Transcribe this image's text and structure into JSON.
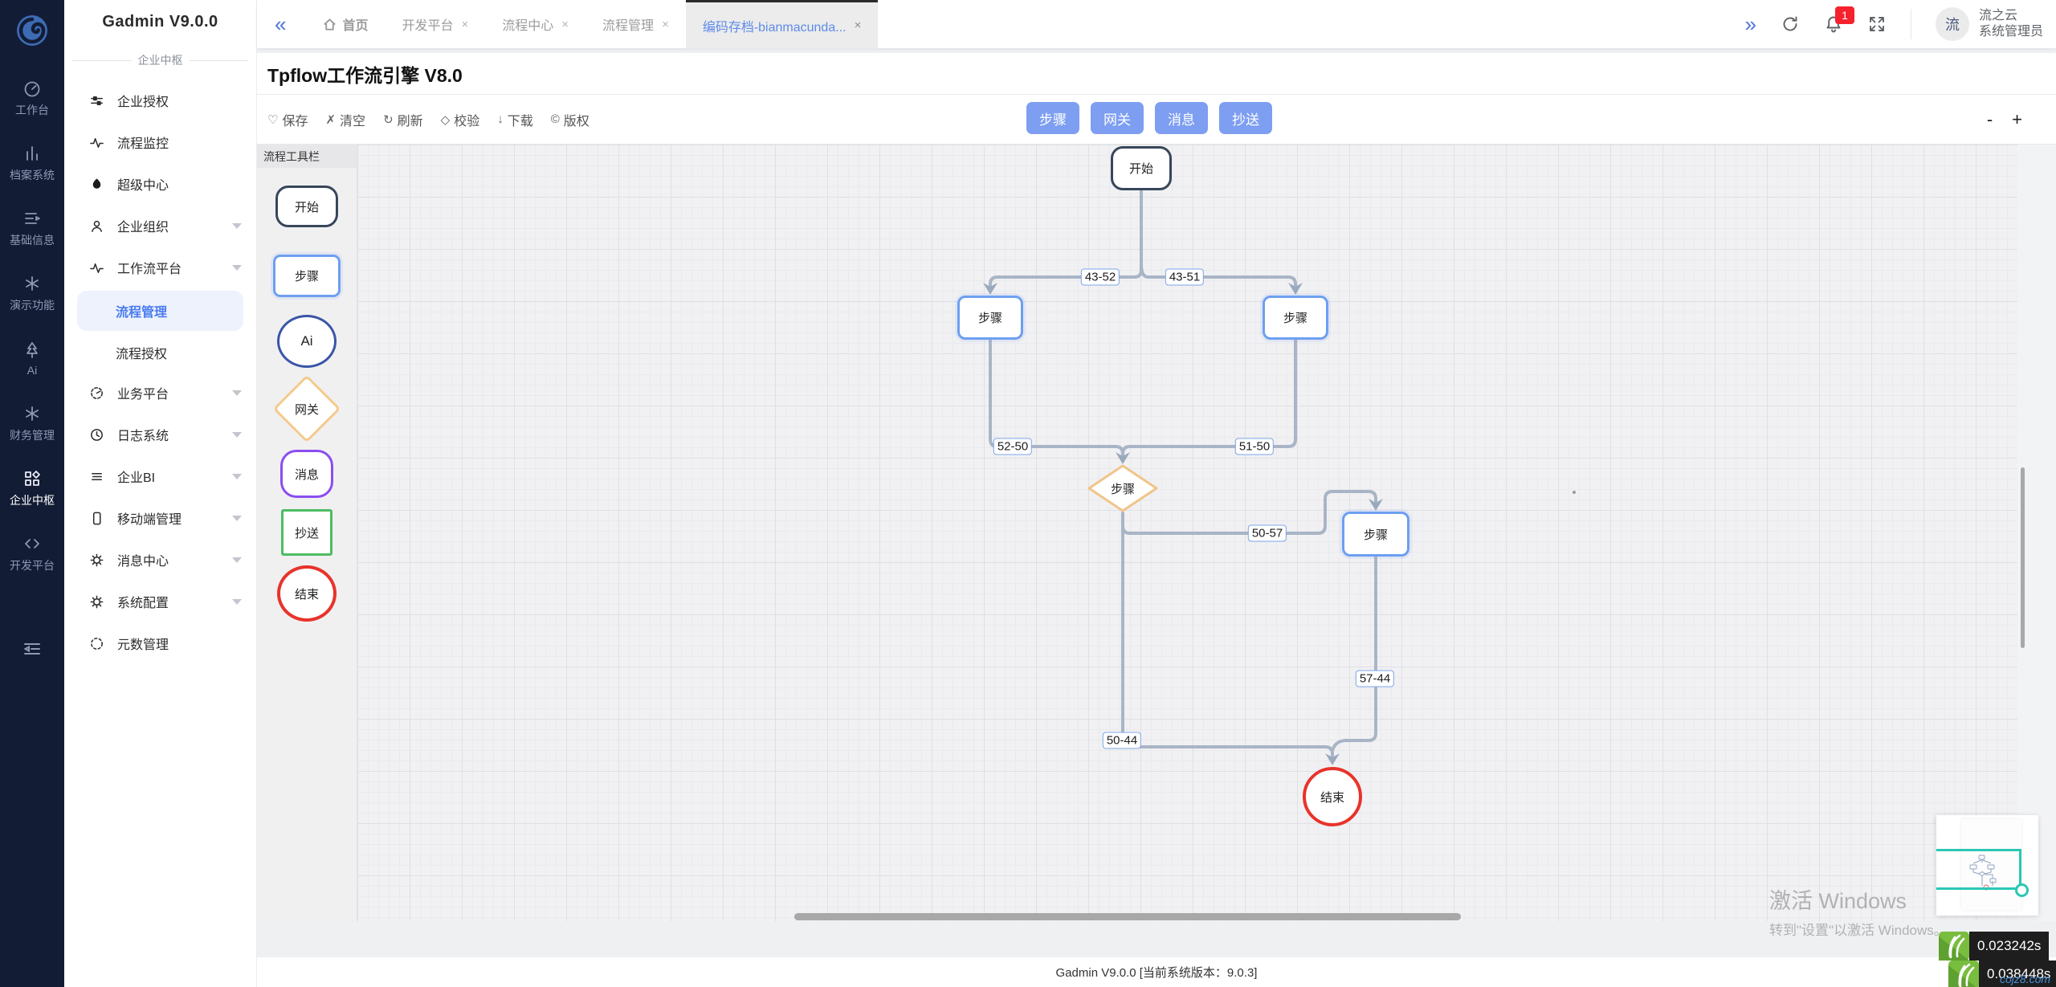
{
  "app": {
    "status_text": "Gadmin V9.0.0 [当前系统版本：9.0.3]"
  },
  "rail": {
    "items": [
      {
        "icon": "dashboard-icon",
        "label": "工作台"
      },
      {
        "icon": "bar-chart-icon",
        "label": "档案系统"
      },
      {
        "icon": "list-icon",
        "label": "基础信息"
      },
      {
        "icon": "snowflake-icon",
        "label": "演示功能"
      },
      {
        "icon": "tree-icon",
        "label": "Ai"
      },
      {
        "icon": "snowflake-icon",
        "label": "财务管理"
      },
      {
        "icon": "blocks-icon",
        "label": "企业中枢",
        "active": true
      },
      {
        "icon": "code-icon",
        "label": "开发平台"
      }
    ]
  },
  "sidebar": {
    "title": "Gadmin V9.0.0",
    "divider": "企业中枢",
    "items": [
      {
        "icon": "sliders-icon",
        "label": "企业授权",
        "arrow": false
      },
      {
        "icon": "activity-icon",
        "label": "流程监控",
        "arrow": false
      },
      {
        "icon": "fire-icon",
        "label": "超级中心",
        "arrow": false
      },
      {
        "icon": "user-icon",
        "label": "企业组织",
        "arrow": true
      },
      {
        "icon": "activity-icon",
        "label": "工作流平台",
        "arrow": true
      },
      {
        "icon": "compass-icon",
        "label": "业务平台",
        "arrow": true
      },
      {
        "icon": "clock-icon",
        "label": "日志系统",
        "arrow": true
      },
      {
        "icon": "align-icon",
        "label": "企业BI",
        "arrow": true
      },
      {
        "icon": "mobile-icon",
        "label": "移动端管理",
        "arrow": true
      },
      {
        "icon": "gear-icon",
        "label": "消息中心",
        "arrow": true
      },
      {
        "icon": "gear-icon",
        "label": "系统配置",
        "arrow": true
      },
      {
        "icon": "dashed-circle-icon",
        "label": "元数管理",
        "arrow": false
      }
    ],
    "workflow_children": [
      {
        "label": "流程管理",
        "active": true
      },
      {
        "label": "流程授权",
        "active": false
      }
    ]
  },
  "tabbar": {
    "collapse_glyph": "«",
    "expand_glyph": "»",
    "close_glyph": "×",
    "home_label": "首页",
    "tabs": [
      "开发平台",
      "流程中心",
      "流程管理",
      "编码存档-bianmacunda..."
    ],
    "bell_badge": "1"
  },
  "user": {
    "avatar": "流",
    "org": "流之云",
    "role": "系统管理员"
  },
  "panel": {
    "title": "Tpflow工作流引擎 V8.0",
    "toolbar": [
      {
        "glyph": "♡",
        "label": "保存"
      },
      {
        "glyph": "✗",
        "label": "清空"
      },
      {
        "glyph": "↻",
        "label": "刷新"
      },
      {
        "glyph": "◇",
        "label": "校验"
      },
      {
        "glyph": "↓",
        "label": "下载"
      },
      {
        "glyph": "©",
        "label": "版权"
      }
    ],
    "node_buttons": [
      "步骤",
      "网关",
      "消息",
      "抄送"
    ],
    "zoom_out": "-",
    "zoom_in": "+"
  },
  "toolbox": {
    "title": "流程工具栏",
    "shapes": [
      {
        "type": "start",
        "label": "开始"
      },
      {
        "type": "step",
        "label": "步骤"
      },
      {
        "type": "ai",
        "label": "Ai"
      },
      {
        "type": "gateway",
        "label": "网关"
      },
      {
        "type": "message",
        "label": "消息"
      },
      {
        "type": "copy",
        "label": "抄送"
      },
      {
        "type": "end",
        "label": "结束"
      }
    ]
  },
  "flow": {
    "nodes": {
      "start": "开始",
      "step_left": "步骤",
      "step_right": "步骤",
      "gateway": "步骤",
      "step_lower": "步骤",
      "end": "结束"
    },
    "edge_labels": {
      "l4352": "43-52",
      "l4351": "43-51",
      "l5250": "52-50",
      "l5150": "51-50",
      "l5057": "50-57",
      "l5744": "57-44",
      "l5044": "50-44"
    }
  },
  "watermark": {
    "line1": "激活 Windows",
    "line2": "转到\"设置\"以激活 Windows。"
  },
  "perf": {
    "time1": "0.023242s",
    "time2": "0.038448s",
    "site": "cojz8.com"
  },
  "colors": {
    "accent": "#4a7cf0",
    "node_button_blue": "#7d9ef1",
    "edge_gray": "#a9b5c6",
    "minimap_teal": "#2bc7b5",
    "badge_red": "#f5222d",
    "end_node_red": "#e8332b",
    "gateway_orange": "#f4ca8d",
    "step_blue": "#6d9ff1"
  }
}
